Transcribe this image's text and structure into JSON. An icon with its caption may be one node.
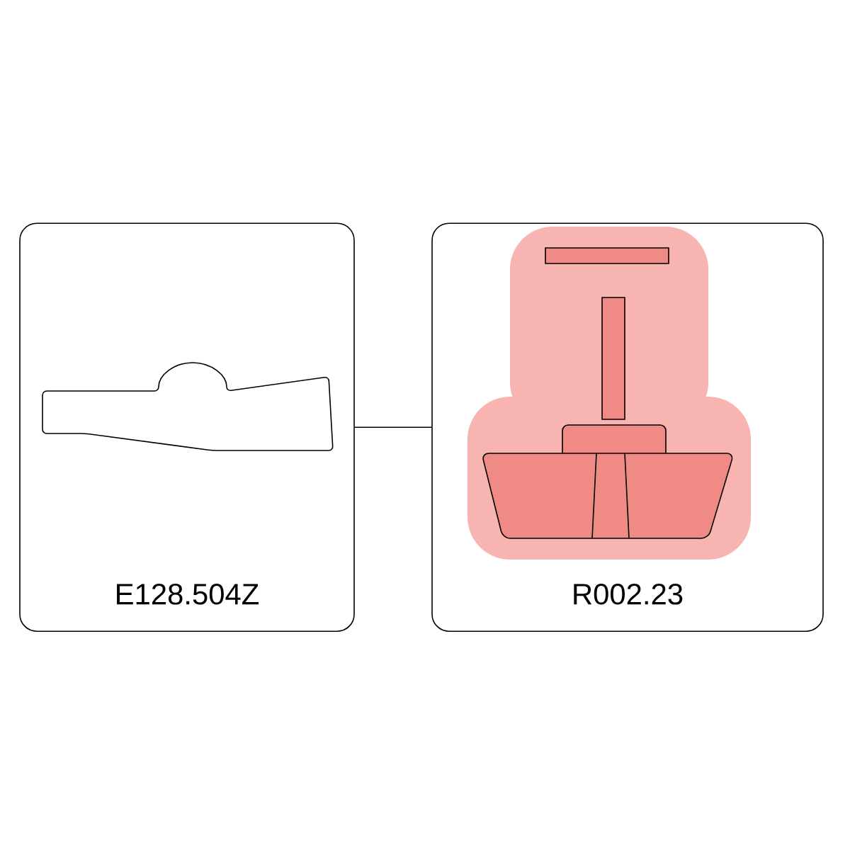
{
  "diagram": {
    "nodes": [
      {
        "text": [
          "E128.504Z"
        ]
      },
      {
        "text": [
          "R002.23"
        ]
      }
    ],
    "edges": [
      {
        "from": 0,
        "to": 1,
        "arrow": "none"
      }
    ]
  }
}
